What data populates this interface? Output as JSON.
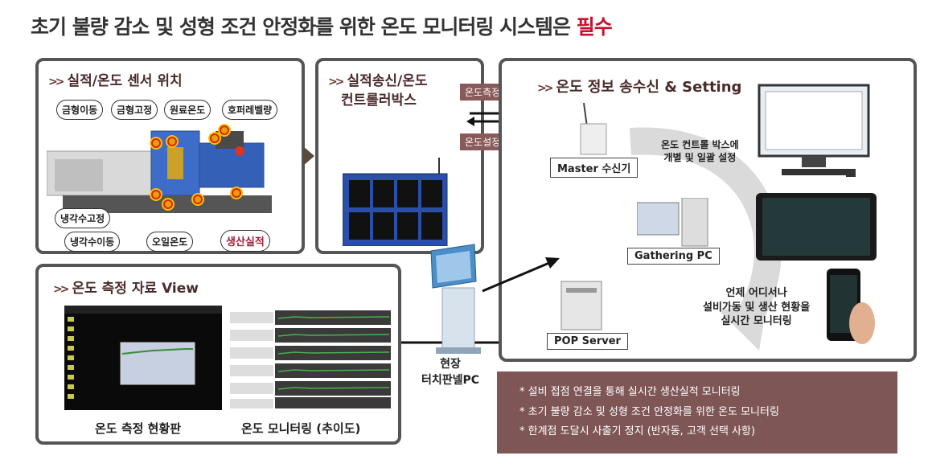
{
  "title": {
    "main": "초기 불량 감소 및 성형 조건 안정화를 위한 온도 모니터링 시스템은",
    "accent": "필수"
  },
  "panel_sensor": {
    "heading": "실적/온도 센서 위치",
    "labels": [
      "금형이동",
      "금형고정",
      "원료온도",
      "호퍼레벨량",
      "냉각수고정",
      "냉각수이동",
      "오일온도",
      "생산실적"
    ]
  },
  "panel_control": {
    "heading_line1": "실적송신/온도",
    "heading_line2": "컨트롤러박스"
  },
  "transfer": {
    "send": "온도측정자료",
    "receive": "온도설정자료"
  },
  "panel_network": {
    "heading": "온도 정보 송수신",
    "heading_suffix": "& Setting",
    "master": "Master 수신기",
    "gathering": "Gathering PC",
    "pop": "POP Server",
    "note_setting_line1": "온도 컨트롤 박스에",
    "note_setting_line2": "개별 및 일괄 설정",
    "note_mobile_line1": "언제 어디서나",
    "note_mobile_line2": "설비가동 및 생산 현황을",
    "note_mobile_line3": "실시간 모니터링"
  },
  "panel_view": {
    "heading": "온도 측정 자료 View",
    "caption_left": "온도 측정 현황판",
    "caption_right": "온도 모니터링 (추이도)"
  },
  "kiosk": {
    "line1": "현장",
    "line2": "터치판넬PC"
  },
  "bullets": [
    "* 설비 접점 연결을 통해 실시간 생산실적 모니터링",
    "* 초기 불량 감소 및 성형 조건 안정화를 위한 온도 모니터링",
    "* 한계점 도달시 사출기 정지 (반자동, 고객 선택 사항)"
  ],
  "colors": {
    "accent": "#c8102e",
    "panel_border": "#555555",
    "info_bg": "#7f5656",
    "tag_bg": "#8a5a5a"
  }
}
